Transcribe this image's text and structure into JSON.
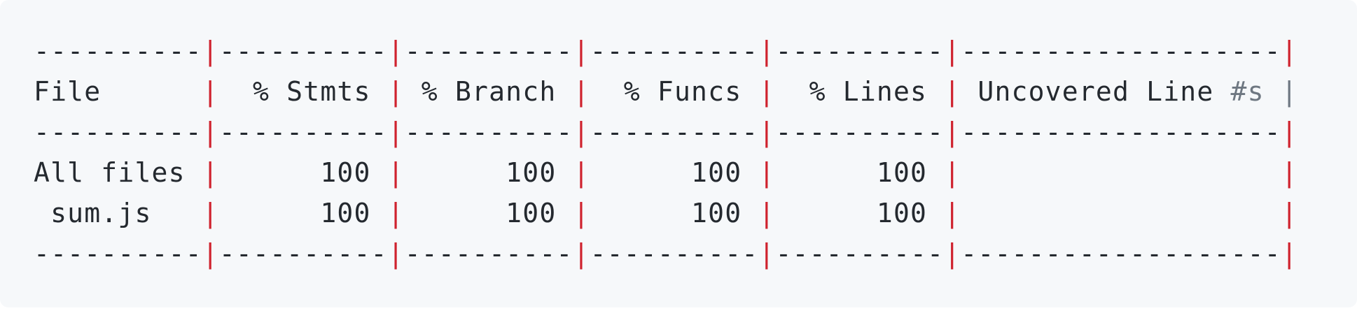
{
  "colors": {
    "background": "#f6f8fa",
    "text": "#24292f",
    "separator": "#cf222e",
    "comment": "#6e7781"
  },
  "table": {
    "rule_row": [
      "----------",
      "----------",
      "----------",
      "----------",
      "----------",
      "-------------------"
    ],
    "header": {
      "file": "File      ",
      "stmts": "  % Stmts ",
      "branch": " % Branch ",
      "funcs": "  % Funcs ",
      "lines": "  % Lines ",
      "uncovered": " Uncovered Line ",
      "uncovered_comment": "#s "
    },
    "rows": [
      {
        "file": "All files ",
        "stmts": "      100 ",
        "branch": "      100 ",
        "funcs": "      100 ",
        "lines": "      100 ",
        "uncovered": "                   "
      },
      {
        "file": " sum.js   ",
        "stmts": "      100 ",
        "branch": "      100 ",
        "funcs": "      100 ",
        "lines": "      100 ",
        "uncovered": "                   "
      }
    ],
    "separator": "|"
  }
}
